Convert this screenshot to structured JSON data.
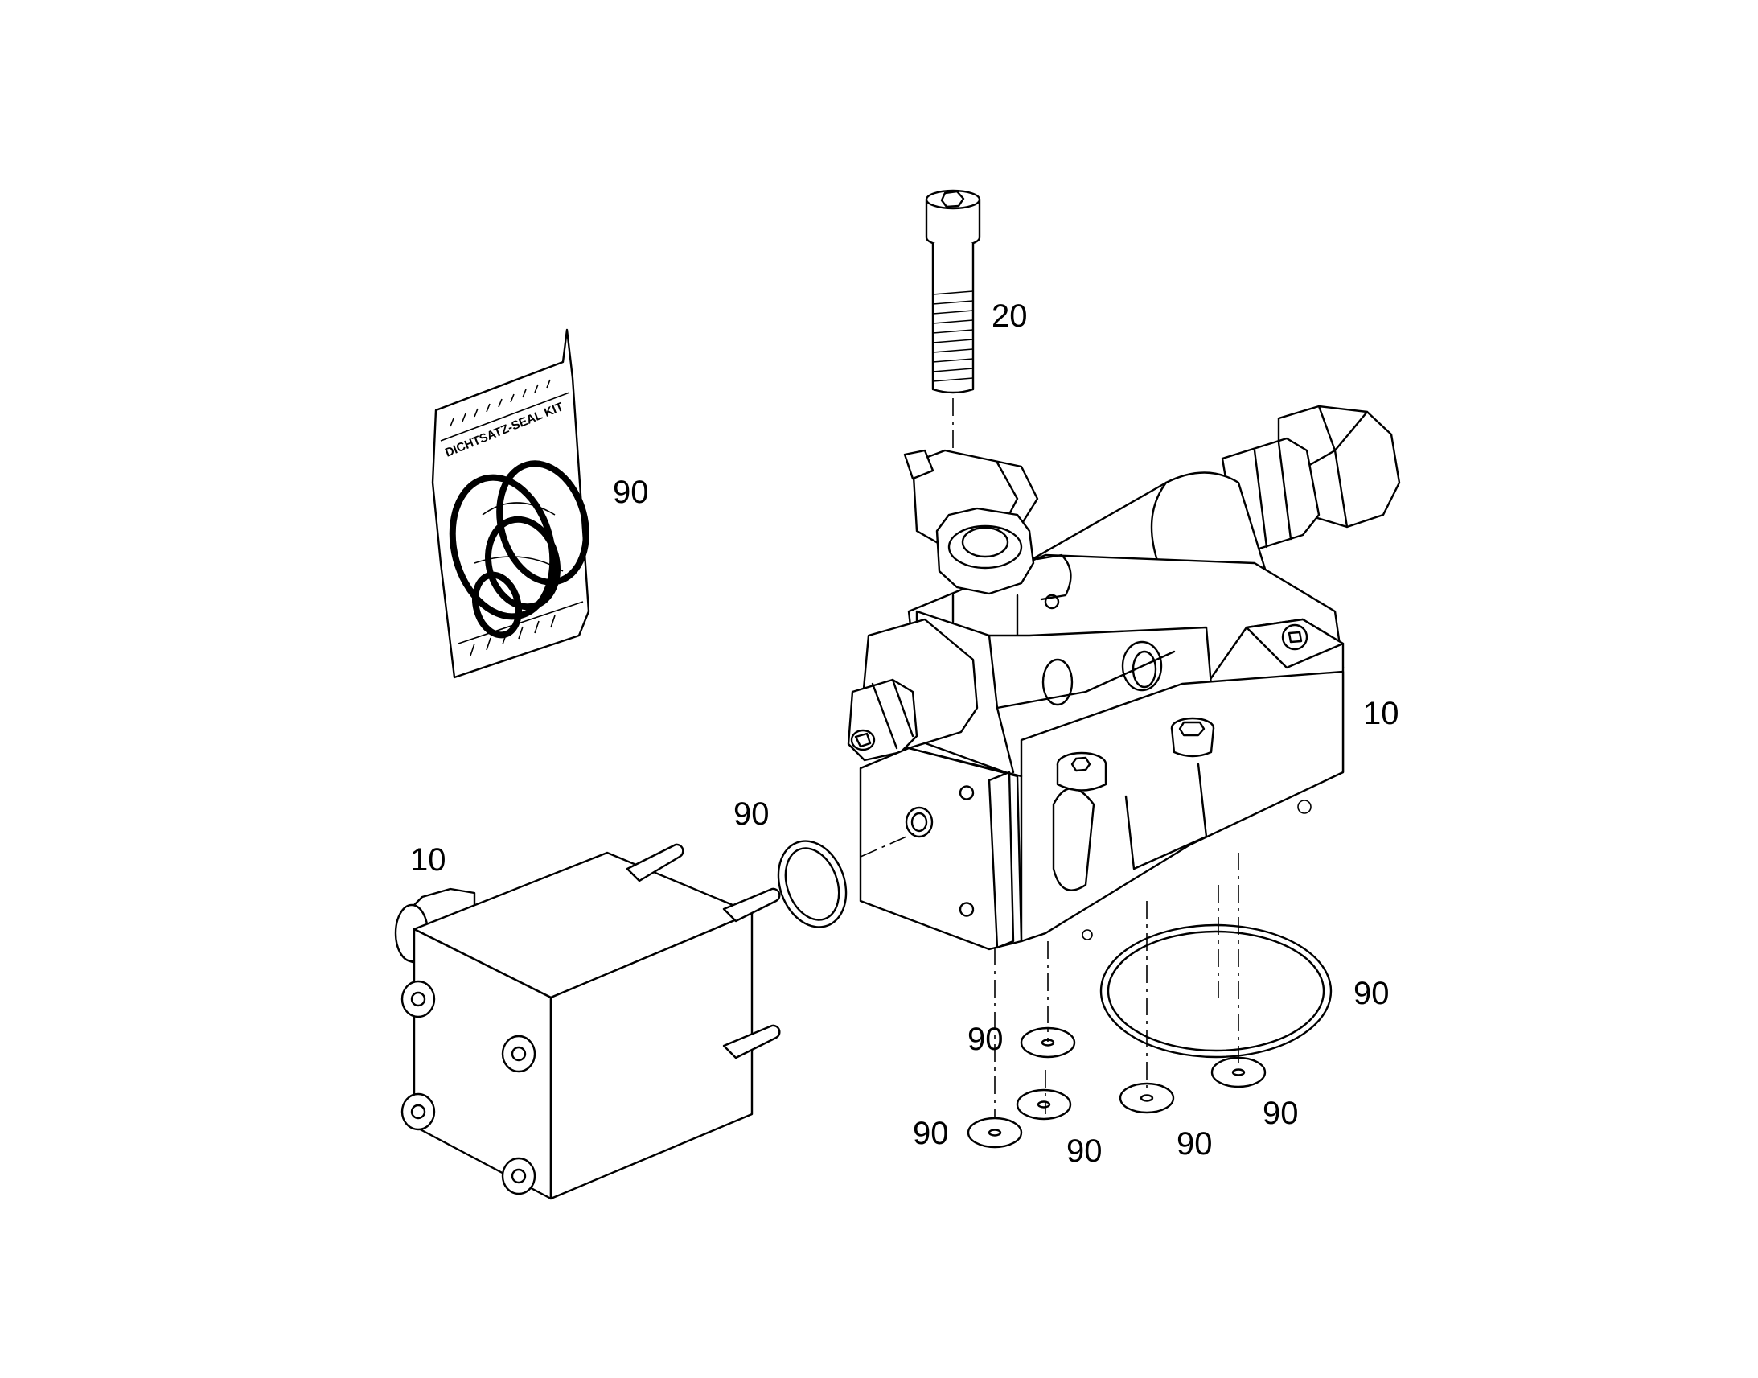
{
  "callouts": {
    "screw": "20",
    "seal_kit": "90",
    "valve_block": "10",
    "module": "10",
    "oring_side": "90",
    "oring_large": "90",
    "washer_1": "90",
    "washer_2": "90",
    "washer_3": "90",
    "washer_4": "90",
    "washer_5": "90",
    "washer_6": "90"
  },
  "bag_label": "DICHTSATZ-SEAL KIT"
}
